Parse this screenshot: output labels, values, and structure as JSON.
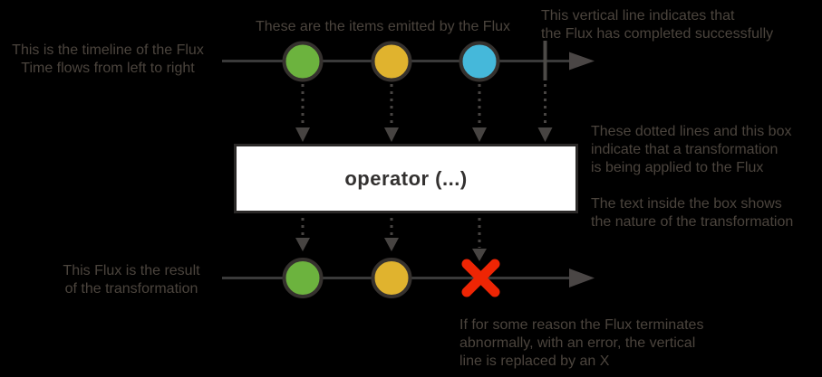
{
  "colors": {
    "background": "#000000",
    "annotation": "#4b443d",
    "timeline": "#3a3a3a",
    "arrow": "#4a4645",
    "terminal_line": "#4c4a47",
    "dotted": "#474442",
    "circle_border": "#35312e",
    "green": "#6cb33e",
    "yellow": "#e0b32e",
    "blue": "#45b8da",
    "error_red": "#ee2504",
    "box_bg": "#ffffff",
    "box_border": "#2b2928",
    "box_text": "#333130"
  },
  "notes": {
    "timeline": "This is the timeline of the Flux\nTime flows from left to right",
    "items": "These are the items emitted by the Flux",
    "complete": "This vertical line indicates that\nthe Flux has completed successfully",
    "transform": "These dotted lines and this box\nindicate that a transformation\nis being applied to the Flux",
    "box_text": "The text inside the box shows\nthe nature of the transformation",
    "result": "This Flux is the result\nof the transformation",
    "error": "If for some reason the Flux terminates\nabnormally, with an error, the vertical\nline is replaced by an X"
  },
  "operator_box": {
    "label": "operator (...)"
  },
  "flux": {
    "source": {
      "items": [
        "green",
        "yellow",
        "blue"
      ],
      "terminal": "complete"
    },
    "result": {
      "items": [
        "green",
        "yellow"
      ],
      "terminal": "error"
    }
  }
}
